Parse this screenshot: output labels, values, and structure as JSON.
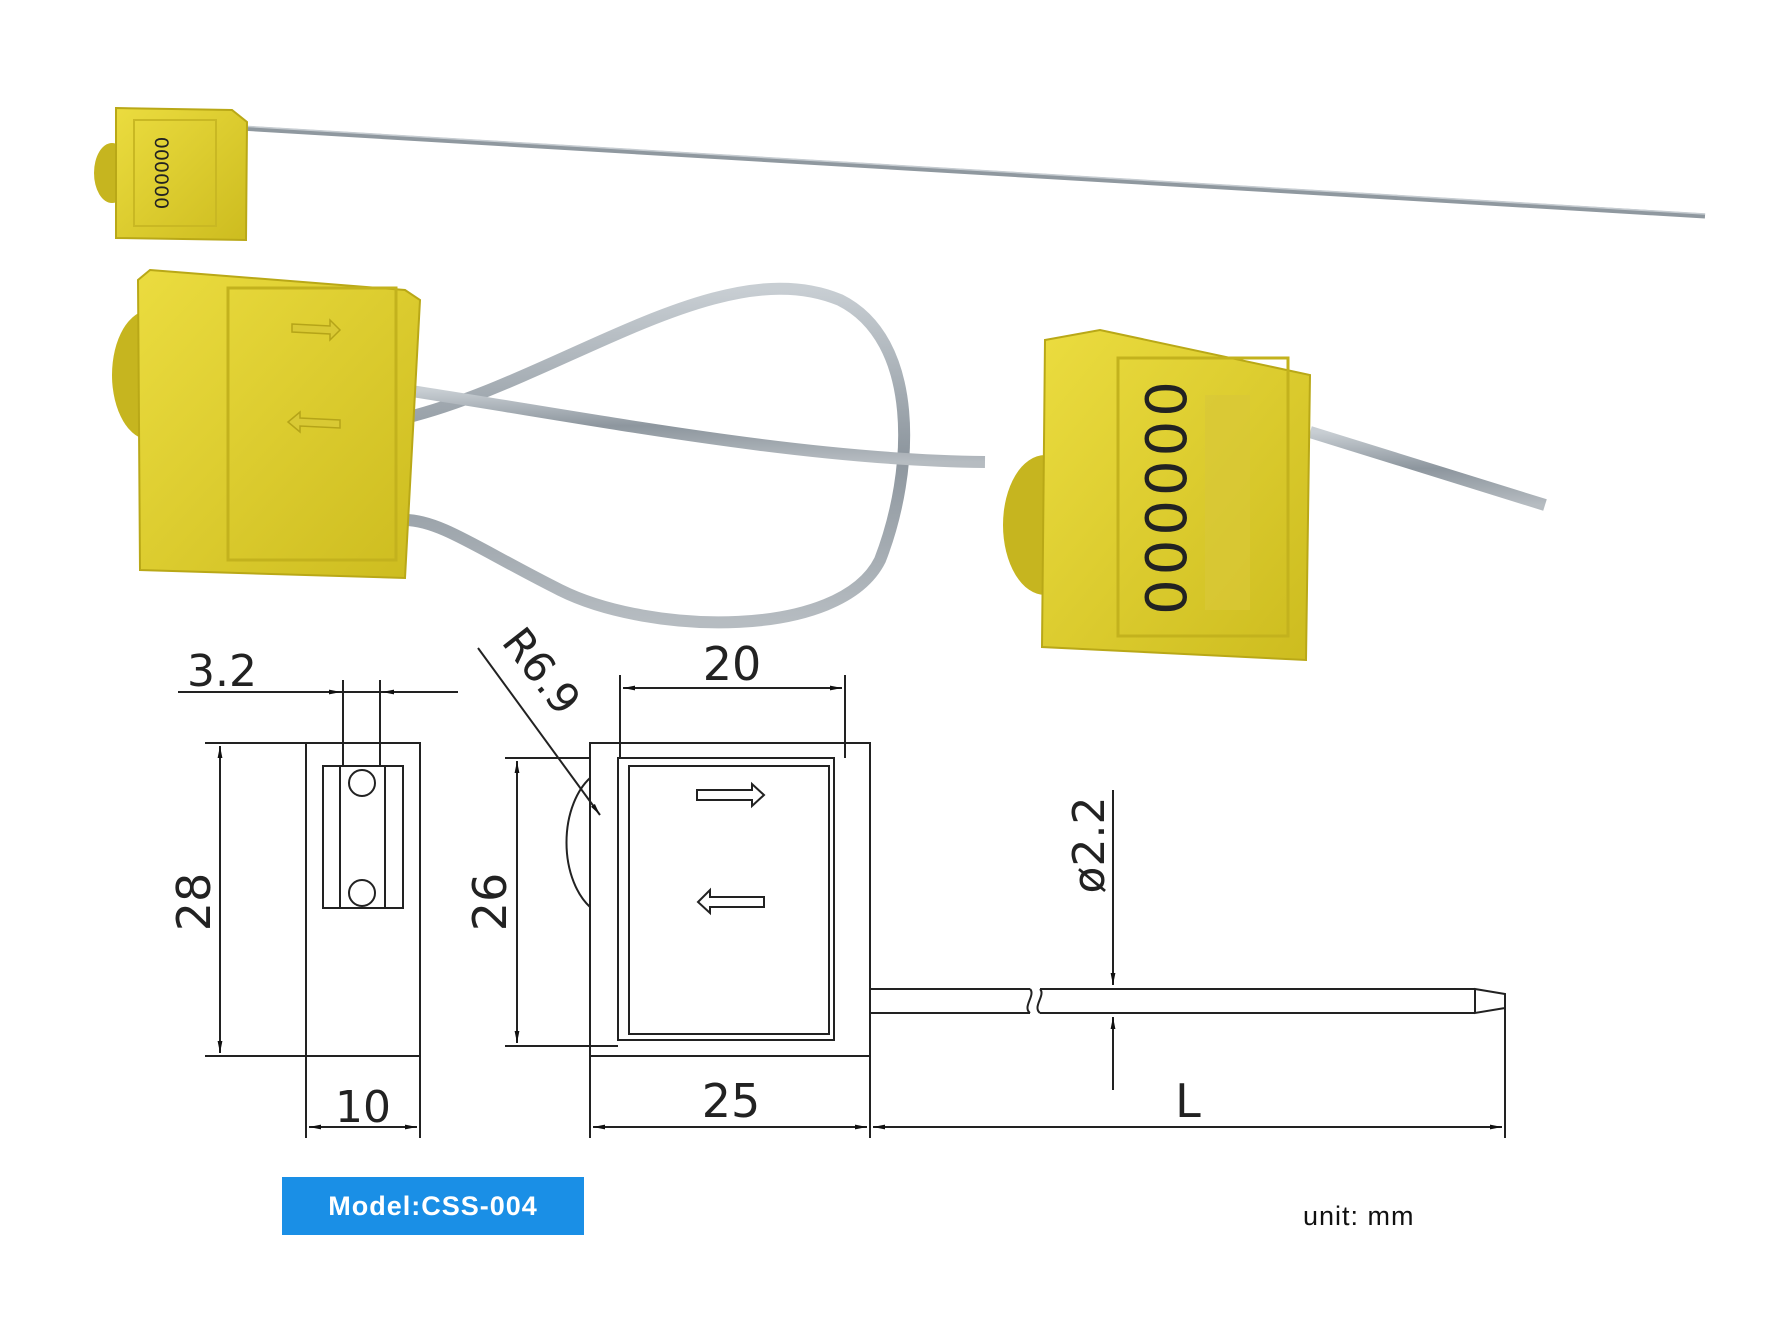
{
  "product": {
    "serial_number": "000000",
    "model_label": "Model:CSS-004",
    "unit_label": "unit: mm"
  },
  "colors": {
    "seal_body": "#e2d12c",
    "seal_shadow": "#b9a817",
    "cable": "#9aa3aa",
    "badge": "#1a8fe6"
  },
  "dimensions": {
    "thickness": "3.2",
    "radius": "R6.9",
    "top_width": "20",
    "side_height": "28",
    "front_height": "26",
    "cable_diameter": "ø2.2",
    "side_width": "10",
    "bottom_width": "25",
    "cable_length": "L"
  }
}
